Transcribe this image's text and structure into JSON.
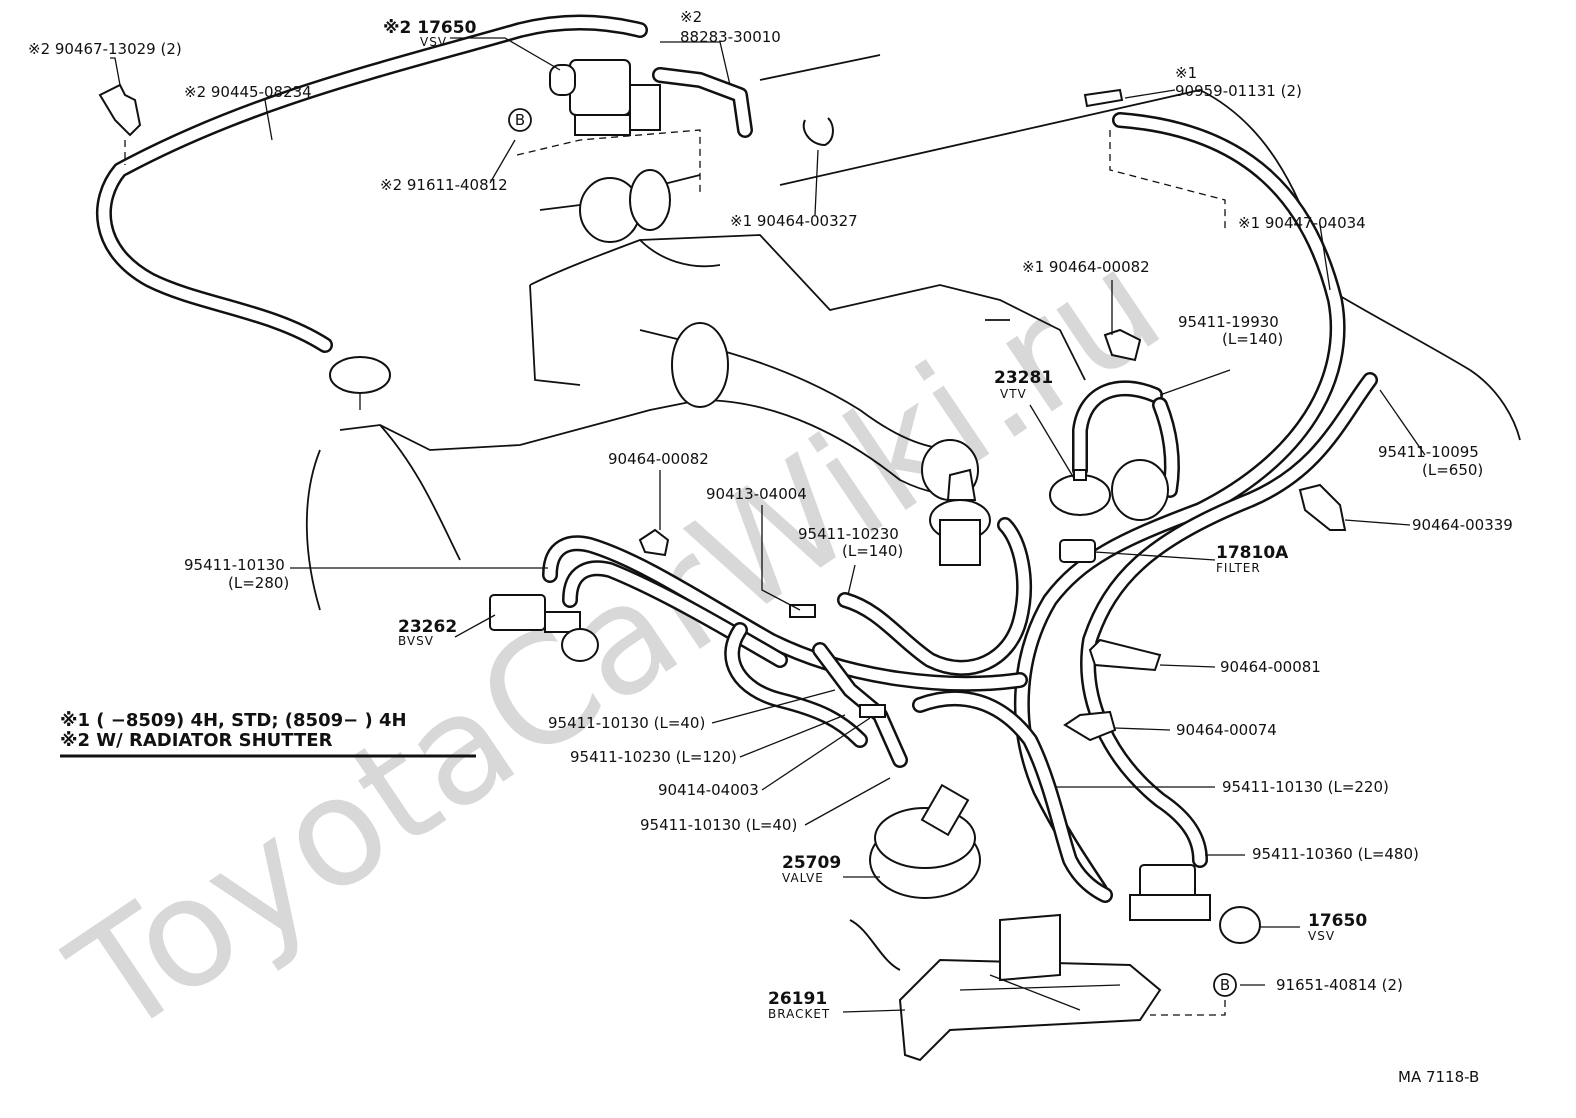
{
  "watermark": "ToyotaCarWiki.ru",
  "footer": {
    "code": "MA  7118-B"
  },
  "notes": {
    "note1": "※1 (        −8509) 4H, STD; (8509−        ) 4H",
    "note2": "※2 W/ RADIATOR  SHUTTER"
  },
  "labels": {
    "clamp_13029": "※2 90467-13029 (2)",
    "hose_08234": "※2 90445-08234",
    "vsv_top_num": "※2 17650",
    "vsv_top_sub": "VSV",
    "mark_top": "※2",
    "joint_30010": "88283-30010",
    "b_marker_top": "B",
    "bolt_40812": "※2 91611-40812",
    "clip_00327": "※1 90464-00327",
    "clip_01131_mark": "※1",
    "clip_01131": "90959-01131 (2)",
    "hose_04034": "※1 90447-04034",
    "clip_00082_top": "※1 90464-00082",
    "hose_19930": "95411-19930",
    "hose_19930_len": "(L=140)",
    "vtv_num": "23281",
    "vtv_sub": "VTV",
    "hose_10095": "95411-10095",
    "hose_10095_len": "(L=650)",
    "clip_00339": "90464-00339",
    "filter_num": "17810A",
    "filter_sub": "FILTER",
    "clip_00082_mid": "90464-00082",
    "tee_04004": "90413-04004",
    "hose_10230_top": "95411-10230",
    "hose_10230_top_len": "(L=140)",
    "hose_10130_280": "95411-10130",
    "hose_10130_280_len": "(L=280)",
    "bvsv_num": "23262",
    "bvsv_sub": "BVSV",
    "clip_00081": "90464-00081",
    "clip_00074": "90464-00074",
    "hose_10130_40a": "95411-10130 (L=40)",
    "hose_10230_120": "95411-10230 (L=120)",
    "tee_04003": "90414-04003",
    "hose_10130_40b": "95411-10130 (L=40)",
    "hose_10130_220": "95411-10130 (L=220)",
    "hose_10360_480": "95411-10360 (L=480)",
    "valve_num": "25709",
    "valve_sub": "VALVE",
    "vsv_bot_num": "17650",
    "vsv_bot_sub": "VSV",
    "bracket_num": "26191",
    "bracket_sub": "BRACKET",
    "b_marker_bot": "B",
    "bolt_40814": "91651-40814 (2)"
  }
}
